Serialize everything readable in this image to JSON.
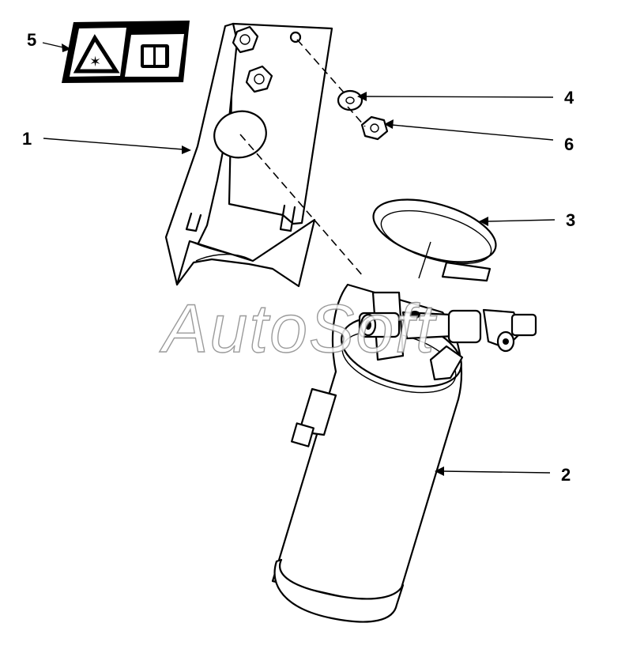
{
  "callouts": {
    "c1": "1",
    "c2": "2",
    "c3": "3",
    "c4": "4",
    "c5": "5",
    "c6": "6"
  },
  "watermark": "AutoSoft",
  "icons": {
    "warning_label": "warning-triangle-book-label-icon"
  },
  "colors": {
    "line": "#000000",
    "background": "#ffffff",
    "watermark_stroke": "#8a8a8a"
  }
}
